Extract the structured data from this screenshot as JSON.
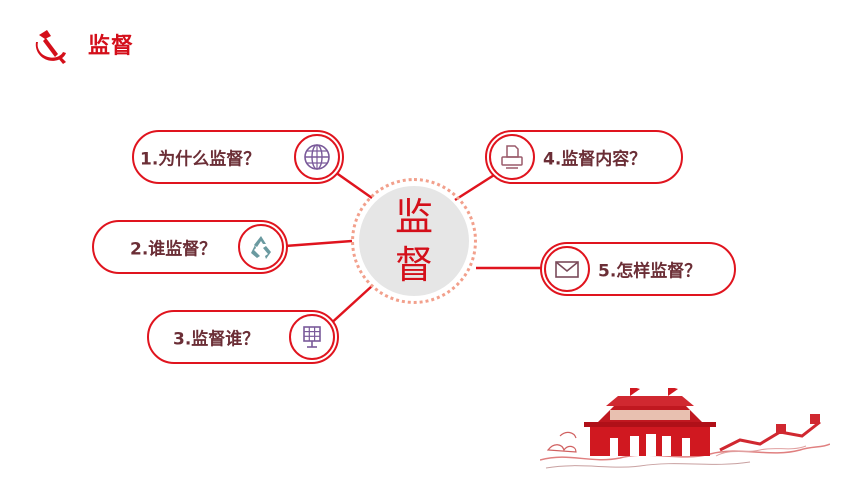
{
  "header": {
    "title": "监督"
  },
  "center": {
    "line1": "监",
    "line2": "督"
  },
  "nodes": [
    {
      "label": "1.为什么监督？",
      "icon": "globe-icon"
    },
    {
      "label": "2.谁监督？",
      "icon": "recycle-icon"
    },
    {
      "label": "3.监督谁？",
      "icon": "solar-panel-icon"
    },
    {
      "label": "4.监督内容？",
      "icon": "printer-icon"
    },
    {
      "label": "5.怎样监督？",
      "icon": "envelope-icon"
    }
  ],
  "colors": {
    "accent": "#e0141e",
    "text": "#6b2e36",
    "center_fill": "#e6e6e6",
    "icon": "#7a5a9a"
  }
}
